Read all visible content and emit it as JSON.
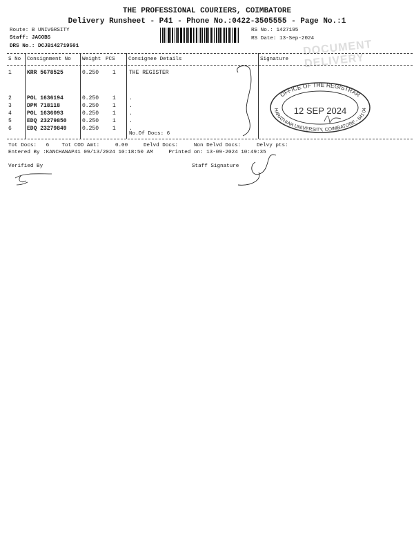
{
  "header": {
    "company": "THE PROFESSIONAL COURIERS, COIMBATORE",
    "subtitle": "Delivery Runsheet - P41 - Phone No.:0422-3505555 - Page No.:1",
    "route": "Route: B UNIVGRSITY",
    "staff": "Staff: JACOBS",
    "drs": "DRS No.: DCJB142719501",
    "rs_no": "RS No.: 1427195",
    "rs_date": "RS Date: 13-Sep-2024",
    "watermark": "DOCUMENT DELIVERY"
  },
  "table": {
    "columns": [
      "S No",
      "Consignment No",
      "Weight",
      "PCS",
      "Consignee Details",
      "Signature"
    ],
    "rows": [
      {
        "sno": "1",
        "cons": "KRR 5678525",
        "weight": "0.250",
        "pcs": "1",
        "details": "THE REGISTER"
      },
      {
        "sno": "2",
        "cons": "POL 1636194",
        "weight": "0.250",
        "pcs": "1",
        "details": "."
      },
      {
        "sno": "3",
        "cons": "DPM 718118",
        "weight": "0.250",
        "pcs": "1",
        "details": "."
      },
      {
        "sno": "4",
        "cons": "POL 1636093",
        "weight": "0.250",
        "pcs": "1",
        "details": "."
      },
      {
        "sno": "5",
        "cons": "EDQ 23279850",
        "weight": "0.250",
        "pcs": "1",
        "details": "."
      },
      {
        "sno": "6",
        "cons": "EDQ 23279849",
        "weight": "0.250",
        "pcs": "1",
        "details": "."
      }
    ],
    "no_of_docs": "No.Of Docs: 6"
  },
  "stamp": {
    "top": "OFFICE OF THE REGISTRAR",
    "date": "12 SEP 2024",
    "bottom": "BHARATHIAR UNIVERSITY, COIMBATORE - 641 046"
  },
  "footer": {
    "totals": "Tot Docs:   6    Tot COD Amt:     0.00     Delvd Docs:     Non Delvd Docs:     Delvy pts:",
    "entered": "Entered By :KANCHANAP41 09/13/2024 10:18:50 AM     Printed on: 13-09-2024 10:49:35",
    "verified": "Verified By",
    "staff_signature": "Staff Signature"
  }
}
